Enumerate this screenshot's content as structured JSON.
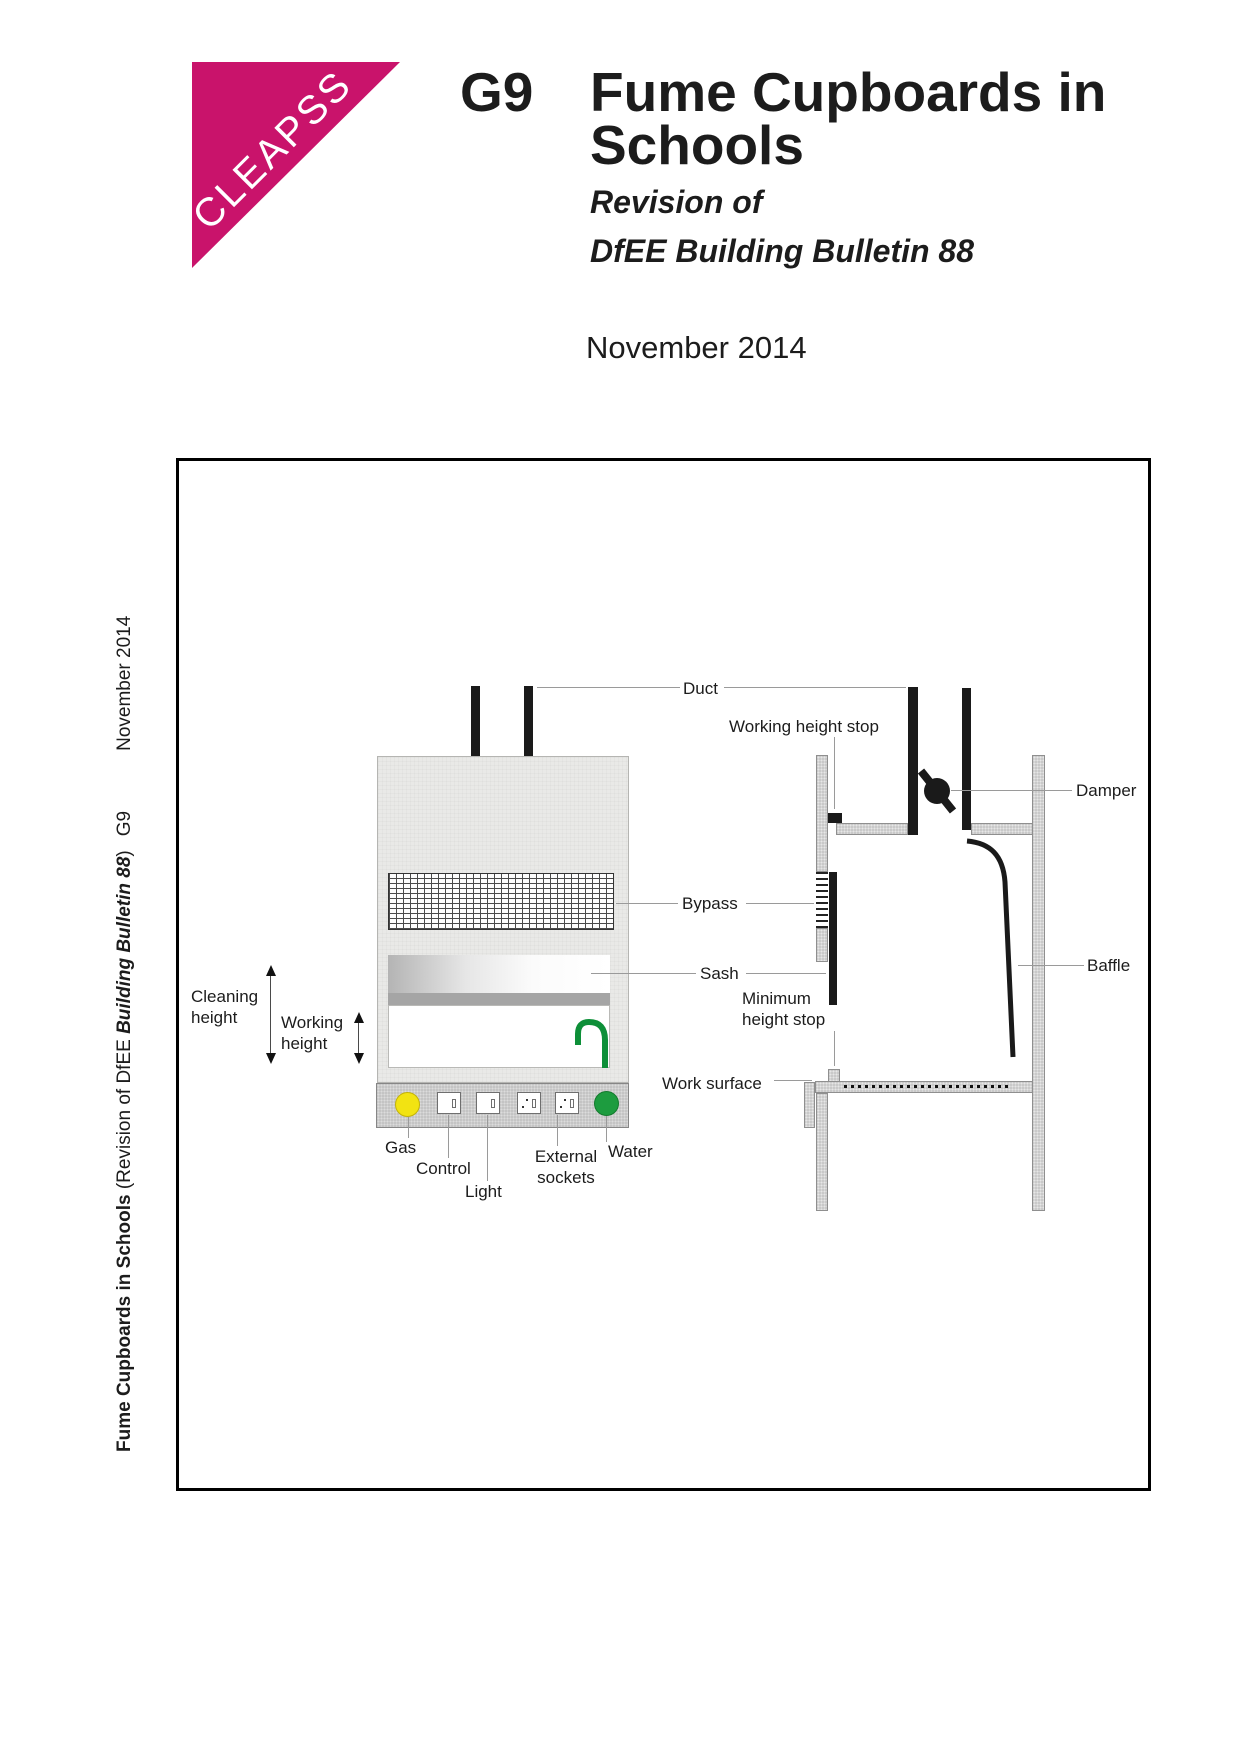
{
  "logo": {
    "text": "CLEAPSS",
    "color": "#c9136b"
  },
  "header": {
    "doc_code": "G9",
    "title_line1": "Fume Cupboards in",
    "title_line2": "Schools",
    "subtitle_line1": "Revision of",
    "subtitle_line2": "DfEE Building Bulletin 88",
    "date": "November 2014"
  },
  "sidebar": {
    "title_bold": "Fume Cupboards in Schools",
    "revision_prefix": " (Revision of DfEE ",
    "bulletin_bold_italic": "Building Bulletin 88",
    "revision_suffix": ")",
    "code": "G9",
    "date": "November 2014"
  },
  "diagram": {
    "labels": {
      "duct": "Duct",
      "working_height_stop": "Working height stop",
      "damper": "Damper",
      "bypass": "Bypass",
      "sash": "Sash",
      "baffle": "Baffle",
      "minimum_height_stop": "Minimum\nheight stop",
      "work_surface": "Work surface",
      "cleaning_height": "Cleaning\nheight",
      "working_height": "Working\nheight",
      "gas": "Gas",
      "control": "Control",
      "light": "Light",
      "external_sockets": "External\nsockets",
      "water": "Water"
    },
    "colors": {
      "gas_knob": "#f2e312",
      "water_knob": "#1d9c3f",
      "tap_green": "#0d8f38",
      "cabinet_gray": "#e9e9e7",
      "panel_gray": "#c4c4c4",
      "structure_gray": "#c9c9c9",
      "logo_pink": "#c9136b"
    }
  }
}
